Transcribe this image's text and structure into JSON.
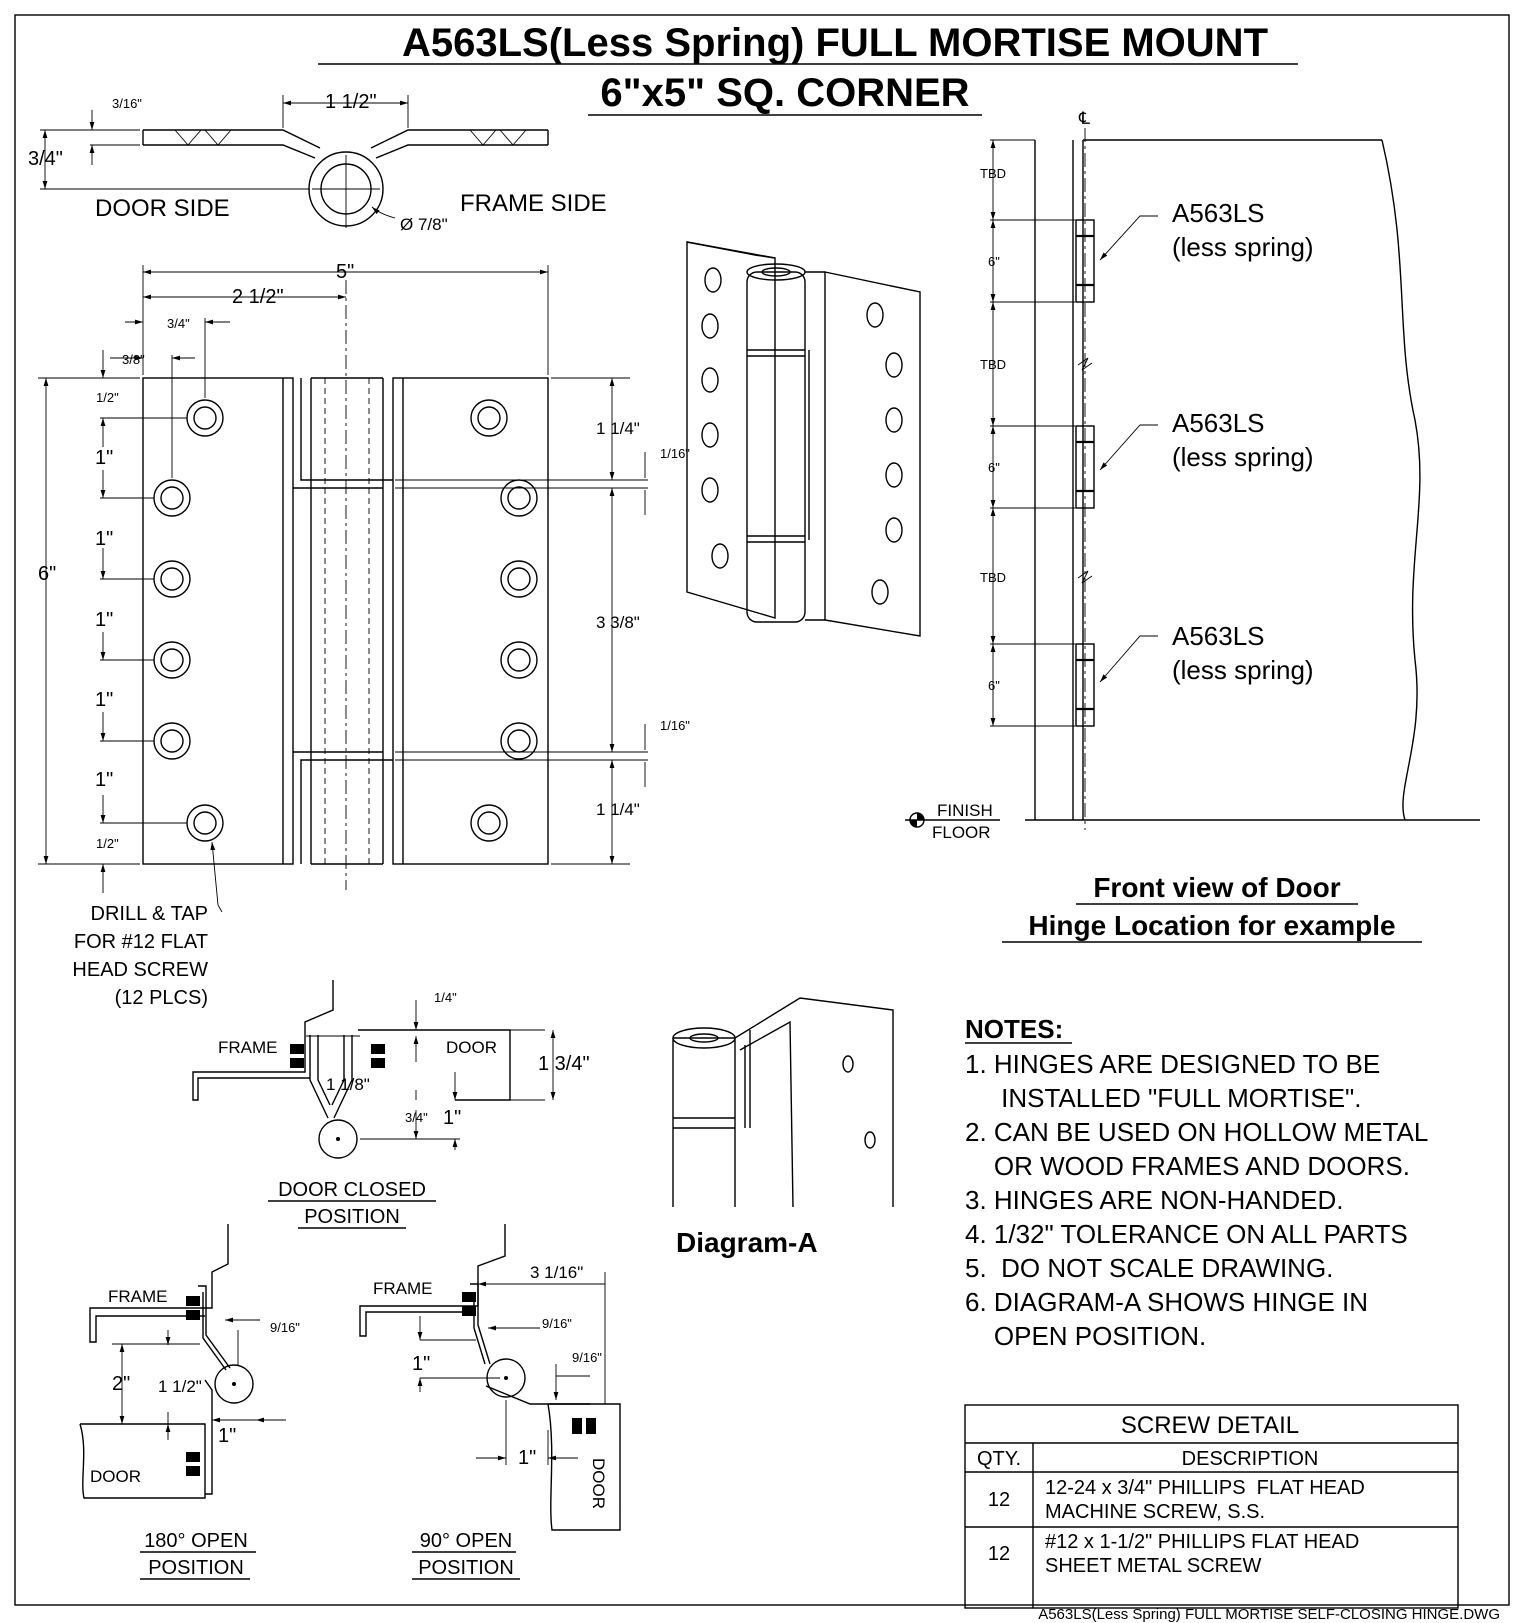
{
  "title": {
    "line1": "A563LS(Less Spring) FULL MORTISE MOUNT",
    "line2": "6\"x5\" SQ. CORNER"
  },
  "top_view": {
    "door_side": "DOOR SIDE",
    "frame_side": "FRAME SIDE",
    "dim_thickness": "3/16\"",
    "dim_height": "3/4\"",
    "dim_offset": "1 1/2\"",
    "dim_pin": "Ø 7/8\""
  },
  "front_view": {
    "dim_width": "5\"",
    "dim_center": "2 1/2\"",
    "dim_hole_x1": "3/4\"",
    "dim_hole_x2": "3/8\"",
    "dim_height": "6\"",
    "left_dims": [
      "1/2\"",
      "1\"",
      "1\"",
      "1\"",
      "1\"",
      "1\"",
      "1/2\""
    ],
    "right_dims": [
      "1 1/4\"",
      "1/16\"",
      "3 3/8\"",
      "1/16\"",
      "1 1/4\""
    ],
    "drill_note": [
      "DRILL & TAP",
      "FOR #12 FLAT",
      "HEAD SCREW",
      "(12 PLCS)"
    ]
  },
  "door_front": {
    "centerline_mark": "℄",
    "tbd": [
      "TBD",
      "TBD",
      "TBD"
    ],
    "six": [
      "6\"",
      "6\"",
      "6\""
    ],
    "hinge_label": [
      "A563LS",
      "(less spring)"
    ],
    "finish_floor": [
      "FINISH",
      "FLOOR"
    ],
    "caption": [
      "Front view of Door",
      "Hinge Location for example"
    ]
  },
  "closed_position": {
    "frame": "FRAME",
    "door": "DOOR",
    "dims": [
      "1/4\"",
      "1 3/4\"",
      "1 1/8\"",
      "1\"",
      "3/4\""
    ],
    "caption": [
      "DOOR CLOSED",
      "POSITION"
    ]
  },
  "open180": {
    "frame": "FRAME",
    "door": "DOOR",
    "dims": [
      "9/16\"",
      "2\"",
      "1 1/2\"",
      "1\""
    ],
    "caption": [
      "180° OPEN",
      "POSITION"
    ]
  },
  "open90": {
    "frame": "FRAME",
    "door": "DOOR",
    "dims": [
      "3 1/16\"",
      "9/16\"",
      "9/16\"",
      "1\"",
      "1\""
    ],
    "caption": [
      "90° OPEN",
      "POSITION"
    ]
  },
  "diagram_a": {
    "caption": "Diagram-A"
  },
  "notes": {
    "heading": "NOTES:",
    "items": [
      "1.  HINGES ARE DESIGNED TO BE",
      "     INSTALLED \"FULL MORTISE\".",
      "2. CAN BE USED ON HOLLOW METAL",
      "    OR WOOD FRAMES AND DOORS.",
      "3. HINGES ARE NON-HANDED.",
      "4. 1/32\" TOLERANCE ON ALL PARTS",
      "5.  DO NOT SCALE DRAWING.",
      "6. DIAGRAM-A SHOWS HINGE IN",
      "    OPEN POSITION."
    ]
  },
  "screw_table": {
    "title": "SCREW DETAIL",
    "col_qty": "QTY.",
    "col_desc": "DESCRIPTION",
    "rows": [
      {
        "qty": "12",
        "desc1": "12-24 x 3/4\" PHILLIPS  FLAT HEAD",
        "desc2": "MACHINE SCREW, S.S."
      },
      {
        "qty": "12",
        "desc1": "#12 x 1-1/2\" PHILLIPS FLAT HEAD",
        "desc2": "SHEET METAL SCREW"
      }
    ]
  },
  "filename": "A563LS(Less Spring) FULL MORTISE SELF-CLOSING HINGE.DWG"
}
